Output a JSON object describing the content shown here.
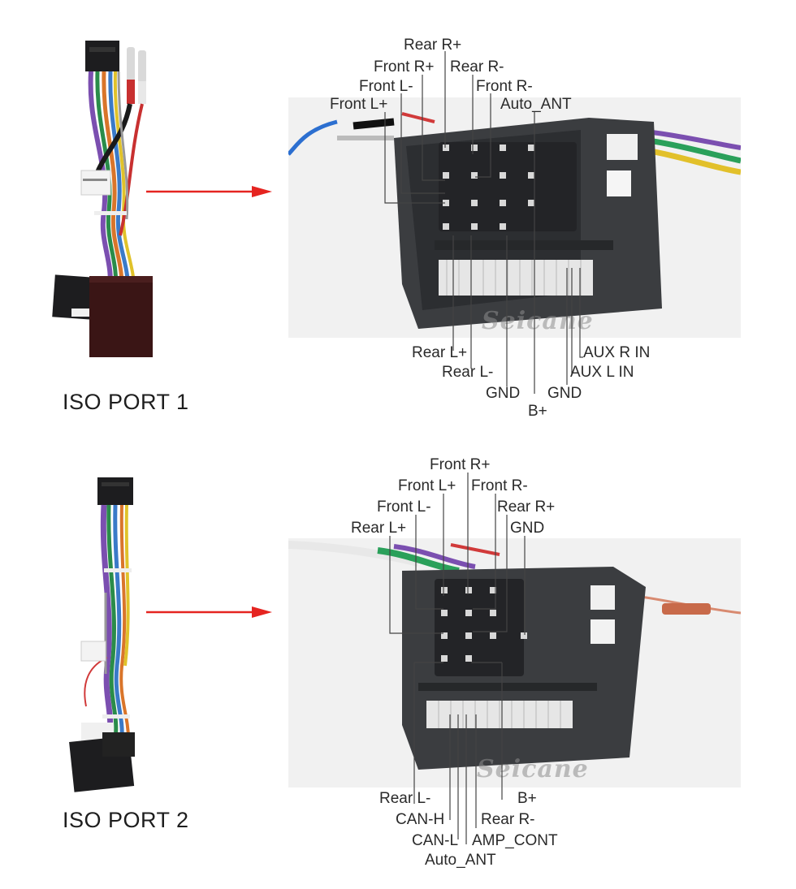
{
  "colors": {
    "arrow": "#e52420",
    "connector": "#3b3d40",
    "leader_line": "#444444",
    "watermark": "#8c8c8c"
  },
  "watermark": "Seicane",
  "port1": {
    "label": "ISO PORT 1",
    "top_labels": {
      "rear_r_plus": "Rear R+",
      "front_r_plus": "Front R+",
      "rear_r_minus": "Rear R-",
      "front_l_minus": "Front L-",
      "front_r_minus": "Front R-",
      "front_l_plus": "Front L+",
      "auto_ant": "Auto_ANT"
    },
    "bottom_labels": {
      "rear_l_plus": "Rear L+",
      "aux_r_in": "AUX R IN",
      "rear_l_minus": "Rear L-",
      "aux_l_in": "AUX L IN",
      "gnd_left": "GND",
      "gnd_right": "GND",
      "b_plus": "B+"
    }
  },
  "port2": {
    "label": "ISO PORT 2",
    "top_labels": {
      "front_r_plus": "Front R+",
      "front_l_plus": "Front L+",
      "front_r_minus": "Front R-",
      "front_l_minus": "Front L-",
      "rear_r_plus": "Rear R+",
      "rear_l_plus": "Rear L+",
      "gnd": "GND"
    },
    "bottom_labels": {
      "rear_l_minus": "Rear L-",
      "b_plus": "B+",
      "can_h": "CAN-H",
      "rear_r_minus": "Rear R-",
      "can_l": "CAN-L",
      "amp_cont": "AMP_CONT",
      "auto_ant": "Auto_ANT"
    }
  }
}
